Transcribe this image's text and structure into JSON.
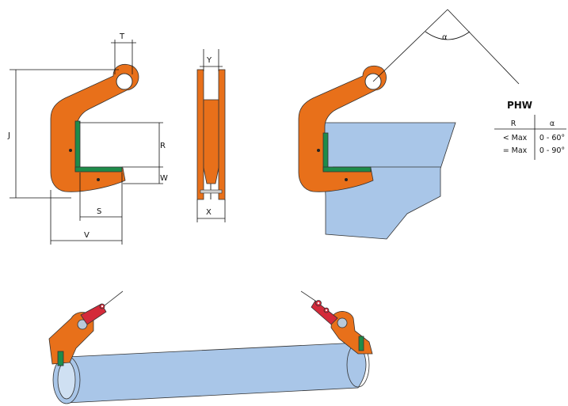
{
  "colors": {
    "clamp_orange": "#e8701a",
    "jaw_green": "#1e8c4a",
    "plate_blue": "#a9c6e8",
    "chain_red": "#d42a3a",
    "eye_blue": "#b9c9da"
  },
  "dimensions": {
    "t": "T",
    "j": "J",
    "r": "R",
    "w": "W",
    "s": "S",
    "v": "V",
    "y": "Y",
    "x": "X"
  },
  "angle_label": "α",
  "table": {
    "title": "PHW",
    "headers": [
      "R",
      "α"
    ],
    "rows": [
      [
        "< Max",
        "0 - 60°"
      ],
      [
        "= Max",
        "0 - 90°"
      ]
    ]
  }
}
